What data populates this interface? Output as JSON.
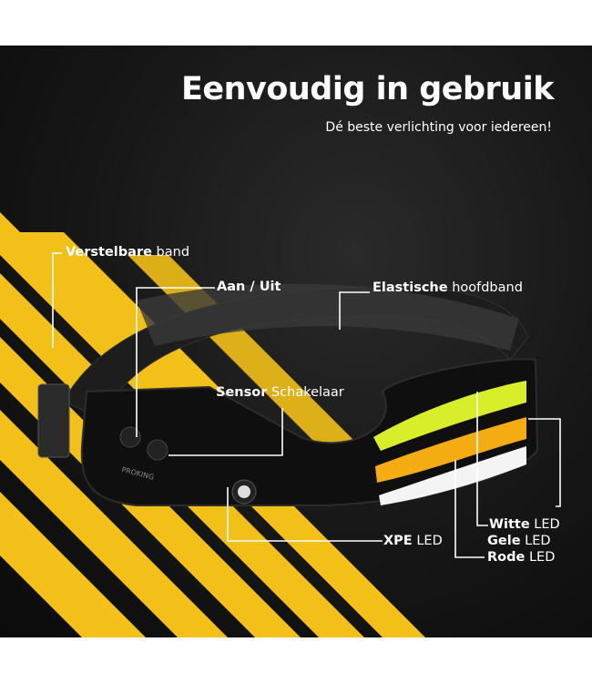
{
  "header": {
    "title": "Eenvoudig in gebruik",
    "subtitle": "Dé beste verlichting voor iedereen!"
  },
  "brand": "PROKING",
  "labels": [
    {
      "bold": "Verstelbare",
      "normal": "band"
    },
    {
      "bold": "Aan / Uit",
      "normal": ""
    },
    {
      "bold": "Elastische",
      "normal": "hoofdband"
    },
    {
      "bold": "Sensor",
      "normal": "Schakelaar"
    },
    {
      "bold": "XPE",
      "normal": "LED"
    },
    {
      "bold": "Witte",
      "normal": "LED"
    },
    {
      "bold": "Gele",
      "normal": "LED"
    },
    {
      "bold": "Rode",
      "normal": "LED"
    }
  ],
  "colors": {
    "background": "#141414",
    "stripes": "#f2c019",
    "led_green": "#d8ee2a",
    "led_yellow": "#f5ab12",
    "led_white": "#f4f4f4"
  }
}
